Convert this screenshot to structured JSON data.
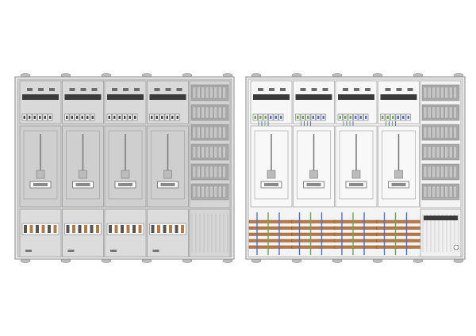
{
  "diagram": {
    "views": [
      {
        "id": "front",
        "label": "",
        "meter_fields": 4,
        "distribution_fields": 1,
        "rows": [
          "busbar-row",
          "meter-row",
          "terminal-row"
        ]
      },
      {
        "id": "open",
        "label": "",
        "meter_fields": 4,
        "distribution_fields": 1,
        "rows": [
          "busbar-row",
          "meter-row",
          "wiring-row"
        ]
      }
    ],
    "colors": {
      "frame": "#8a8a8a",
      "panel": "#d2d2d2",
      "panel_light": "#e6e6e6",
      "dark_bar": "#3a3a3a",
      "copper": "#b87a45",
      "green_wire": "#6aa84f",
      "blue_wire": "#4f6fd8",
      "mesh": "#a9a9a9"
    }
  }
}
